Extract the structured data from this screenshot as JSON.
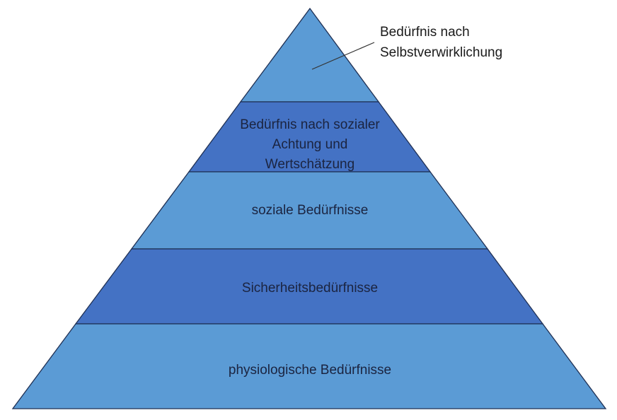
{
  "diagram": {
    "type": "pyramid",
    "callout": {
      "target_level": "Selbstverwirklichung",
      "lines": {
        "0": "Bedürfnis nach",
        "1": "Selbstverwirklichung"
      }
    },
    "levels": [
      {
        "name": "selbstverwirklichung",
        "fill": "#5B9BD5",
        "lines": {}
      },
      {
        "name": "achtung-und-wertschaetzung",
        "fill": "#4472C4",
        "lines": {
          "0": "Bedürfnis nach sozialer",
          "1": "Achtung und",
          "2": "Wertschätzung"
        }
      },
      {
        "name": "soziale-beduerfnisse",
        "fill": "#5B9BD5",
        "lines": {
          "0": "soziale Bedürfnisse"
        }
      },
      {
        "name": "sicherheitsbeduerfnisse",
        "fill": "#4472C4",
        "lines": {
          "0": "Sicherheitsbedürfnisse"
        }
      },
      {
        "name": "physiologische-beduerfnisse",
        "fill": "#5B9BD5",
        "lines": {
          "0": "physiologische Bedürfnisse"
        }
      }
    ],
    "colors": {
      "light_blue": "#5B9BD5",
      "dark_blue": "#4472C4",
      "outline": "#1F3054",
      "callout_line": "#333333",
      "level_text": "#1b2440",
      "callout_text": "#1a1a1a"
    }
  }
}
